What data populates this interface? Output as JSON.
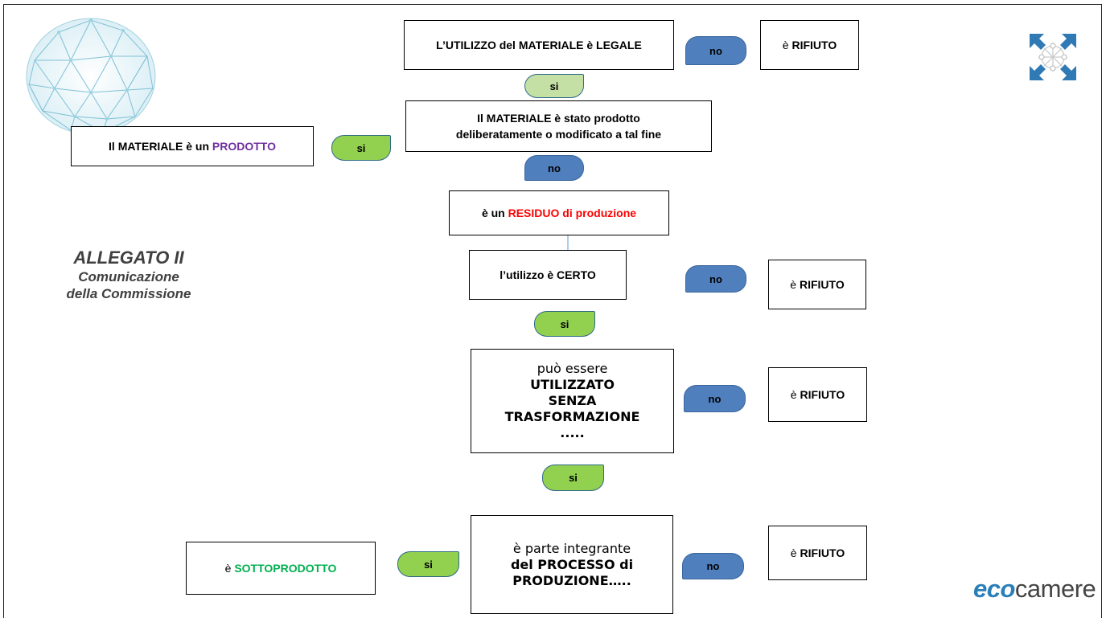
{
  "colors": {
    "si": "#92d050",
    "si_light": "#c5e0a5",
    "no": "#4f7fbd",
    "purple": "#7030a0",
    "red": "#ff0000",
    "green": "#00b050"
  },
  "icons": [
    "geodesic-sphere-icon",
    "network-arrows-icon"
  ],
  "title": {
    "line1": "ALLEGATO II",
    "line2": "Comunicazione",
    "line3": "della Commissione"
  },
  "nodes": {
    "legale": "L’UTILIZZO del MATERIALE è LEGALE",
    "rifiuto1": {
      "prefix": "è",
      "bold": "RIFIUTO"
    },
    "prodotto_dlib": {
      "line1": "Il MATERIALE è stato prodotto",
      "line2": "deliberatamente o modificato a tal fine"
    },
    "prodotto": {
      "prefix": "Il MATERIALE è un",
      "highlight": "PRODOTTO"
    },
    "residuo": {
      "prefix": "è un",
      "highlight": "RESIDUO di produzione"
    },
    "certo": "l’utilizzo è CERTO",
    "rifiuto2": {
      "prefix": "è",
      "bold": "RIFIUTO"
    },
    "utilizzato": {
      "line1": "può essere",
      "line2": "UTILIZZATO",
      "line3": "SENZA",
      "line4": "TRASFORMAZIONE",
      "line5": "....."
    },
    "rifiuto3": {
      "prefix": "è",
      "bold": "RIFIUTO"
    },
    "processo": {
      "line1": "è parte integrante",
      "line2": "del PROCESSO di",
      "line3": "PRODUZIONE….."
    },
    "rifiuto4": {
      "prefix": "è",
      "bold": "RIFIUTO"
    },
    "sottoprodotto": {
      "prefix": "è",
      "highlight": "SOTTOPRODOTTO"
    }
  },
  "labels": {
    "no1": "no",
    "si1": "si",
    "si2": "si",
    "no2": "no",
    "no3": "no",
    "si3": "si",
    "no4": "no",
    "si4": "si",
    "si5": "si",
    "no5": "no"
  },
  "logo": {
    "prefix": "eco",
    "suffix": "camere"
  }
}
